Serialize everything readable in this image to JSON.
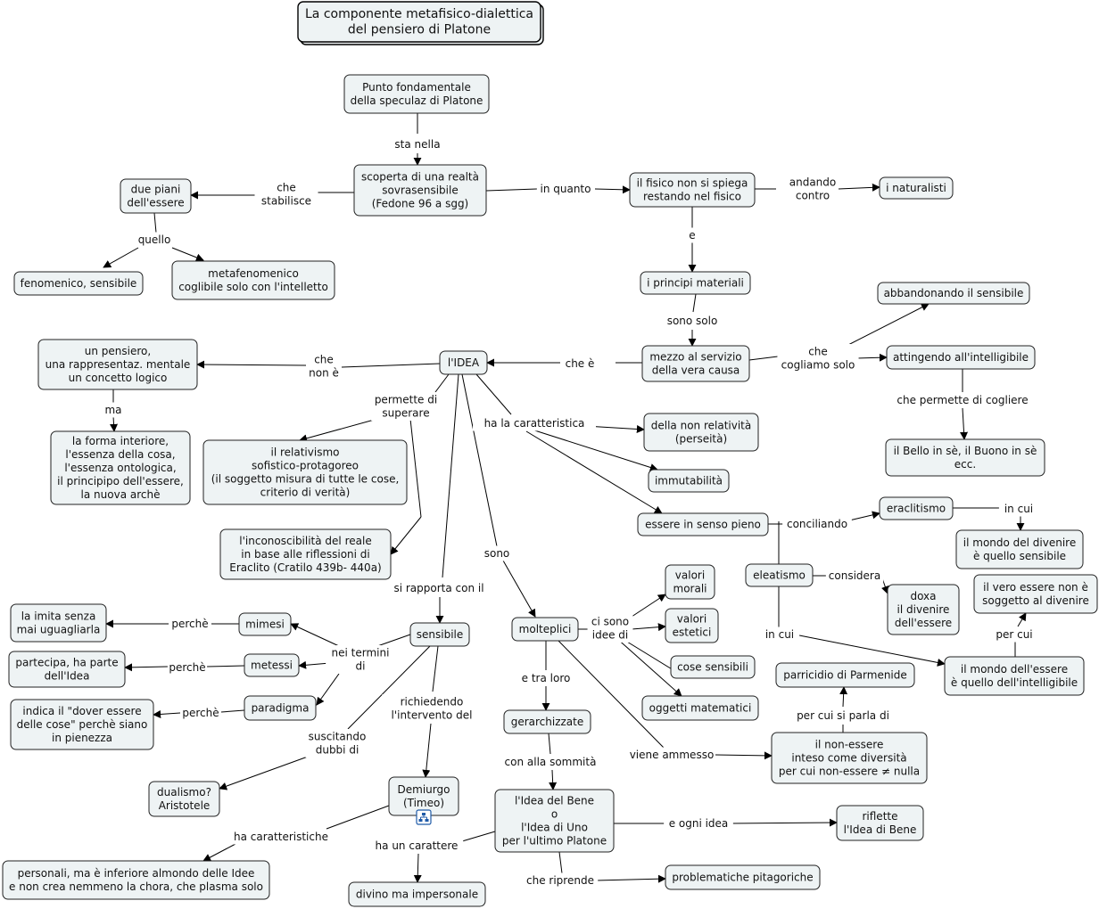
{
  "nodes": {
    "title": [
      "La componente metafisico-dialettica",
      "del pensiero di Platone"
    ],
    "punto": [
      "Punto fondamentale",
      "della speculaz di Platone"
    ],
    "scoperta": [
      "scoperta di una realtà",
      "sovrasensibile",
      "(Fedone 96 a sgg)"
    ],
    "piani": [
      "due piani",
      "dell'essere"
    ],
    "fenomenico": [
      "fenomenico, sensibile"
    ],
    "metafen": [
      "metafenomenico",
      "coglibile solo con l'intelletto"
    ],
    "fisico": [
      "il fisico non si spiega",
      "restando nel fisico"
    ],
    "naturalisti": [
      "i naturalisti"
    ],
    "principi": [
      "i principi materiali"
    ],
    "mezzo": [
      "mezzo al servizio",
      "della vera causa"
    ],
    "abbandonando": [
      "abbandonando il sensibile"
    ],
    "attingendo": [
      "attingendo all'intelligibile"
    ],
    "bello": [
      "il Bello in sè, il Buono in sè",
      "ecc."
    ],
    "idea": [
      "l'IDEA"
    ],
    "pensiero": [
      "un pensiero,",
      "una rappresentaz. mentale",
      "un concetto logico"
    ],
    "forma": [
      "la forma interiore,",
      "l'essenza della cosa,",
      "l'essenza ontologica,",
      "il principipo dell'essere,",
      "la nuova archè"
    ],
    "relativismo": [
      "il relativismo",
      "sofistico-protagoreo",
      "(il soggetto misura di tutte le cose,",
      "criterio di verità)"
    ],
    "inconosc": [
      "l'inconoscibilità del reale",
      "in base alle riflessioni di",
      "Eraclito (Cratilo 439b- 440a)"
    ],
    "nonrel": [
      "della non relatività",
      "(perseità)"
    ],
    "immut": [
      "immutabilità"
    ],
    "pieno": [
      "essere in senso pieno"
    ],
    "eraclitismo": [
      "eraclitismo"
    ],
    "mondodiv": [
      "il mondo del divenire",
      "è quello sensibile"
    ],
    "eleatismo": [
      "eleatismo"
    ],
    "doxa": [
      "doxa",
      "il divenire",
      "dell'essere"
    ],
    "veroessere": [
      "il vero essere non è",
      "soggetto al divenire"
    ],
    "mondoess": [
      "il mondo dell'essere",
      "è quello dell'intelligibile"
    ],
    "parricidio": [
      "parricidio di Parmenide"
    ],
    "nonessere": [
      "il non-essere",
      "inteso come diversità",
      "per cui non-essere ≠ nulla"
    ],
    "valorim": [
      "valori",
      "morali"
    ],
    "valorie": [
      "valori",
      "estetici"
    ],
    "cose": [
      "cose sensibili"
    ],
    "oggetti": [
      "oggetti matematici"
    ],
    "molteplici": [
      "molteplici"
    ],
    "gerarch": [
      "gerarchizzate"
    ],
    "bene": [
      "l'Idea del Bene",
      "o",
      "l'Idea di Uno",
      "per l'ultimo Platone"
    ],
    "riflette": [
      "riflette",
      "l'Idea di Bene"
    ],
    "problem": [
      "problematiche pitagoriche"
    ],
    "sensibile": [
      "sensibile"
    ],
    "mimesi": [
      "mimesi"
    ],
    "metessi": [
      "metessi"
    ],
    "paradigma": [
      "paradigma"
    ],
    "imita": [
      "la imita senza",
      "mai uguagliarla"
    ],
    "partecipa": [
      "partecipa, ha parte",
      "dell'Idea"
    ],
    "indica": [
      "indica il \"dover essere",
      "delle cose\" perchè siano",
      "in pienezza"
    ],
    "dualismo": [
      "dualismo?",
      "Aristotele"
    ],
    "demiurgo": [
      "Demiurgo",
      "(Timeo)"
    ],
    "personali": [
      "personali, ma è inferiore almondo delle Idee",
      "e non crea nemmeno la chora, che plasma solo"
    ],
    "divino": [
      "divino ma impersonale"
    ]
  },
  "links": {
    "sta_nella": [
      "sta nella"
    ],
    "che_stabilisce": [
      "che",
      "stabilisce"
    ],
    "quello": [
      "quello"
    ],
    "in_quanto": [
      "in quanto"
    ],
    "andando_contro": [
      "andando",
      "contro"
    ],
    "e": [
      "e"
    ],
    "sono_solo": [
      "sono solo"
    ],
    "che_e": [
      "che è"
    ],
    "che_cogliamo": [
      "che",
      "cogliamo solo"
    ],
    "che_permette": [
      "che permette di cogliere"
    ],
    "che_non_e": [
      "che",
      "non è"
    ],
    "ma": [
      "ma"
    ],
    "permette_superare": [
      "permette di",
      "superare"
    ],
    "ha_caratteristica": [
      "ha la caratteristica"
    ],
    "conciliando": [
      "conciliando"
    ],
    "in_cui_1": [
      "in cui"
    ],
    "considera": [
      "considera"
    ],
    "in_cui_2": [
      "in cui"
    ],
    "per_cui": [
      "per cui"
    ],
    "per_cui_parla": [
      "per cui si parla di"
    ],
    "sono": [
      "sono"
    ],
    "ci_sono": [
      "ci sono",
      "idee di"
    ],
    "e_tra_loro": [
      "e tra loro"
    ],
    "con_sommita": [
      "con alla sommità"
    ],
    "e_ogni_idea": [
      "e ogni idea"
    ],
    "che_riprende": [
      "che riprende"
    ],
    "viene_ammesso": [
      "viene ammesso"
    ],
    "si_rapporta": [
      "si rapporta con il"
    ],
    "nei_termini": [
      "nei termini",
      "di"
    ],
    "perche_1": [
      "perchè"
    ],
    "perche_2": [
      "perchè"
    ],
    "perche_3": [
      "perchè"
    ],
    "richiedendo": [
      "richiedendo",
      "l'intervento del"
    ],
    "suscitando": [
      "suscitando",
      "dubbi di"
    ],
    "ha_caratteristiche": [
      "ha caratteristiche"
    ],
    "ha_carattere": [
      "ha un carattere"
    ]
  },
  "icons": {
    "demiurgo": "concept-map-link-icon"
  },
  "colors": {
    "node_fill": "#eef3f4",
    "node_stroke": "#222222",
    "line": "#000000"
  }
}
